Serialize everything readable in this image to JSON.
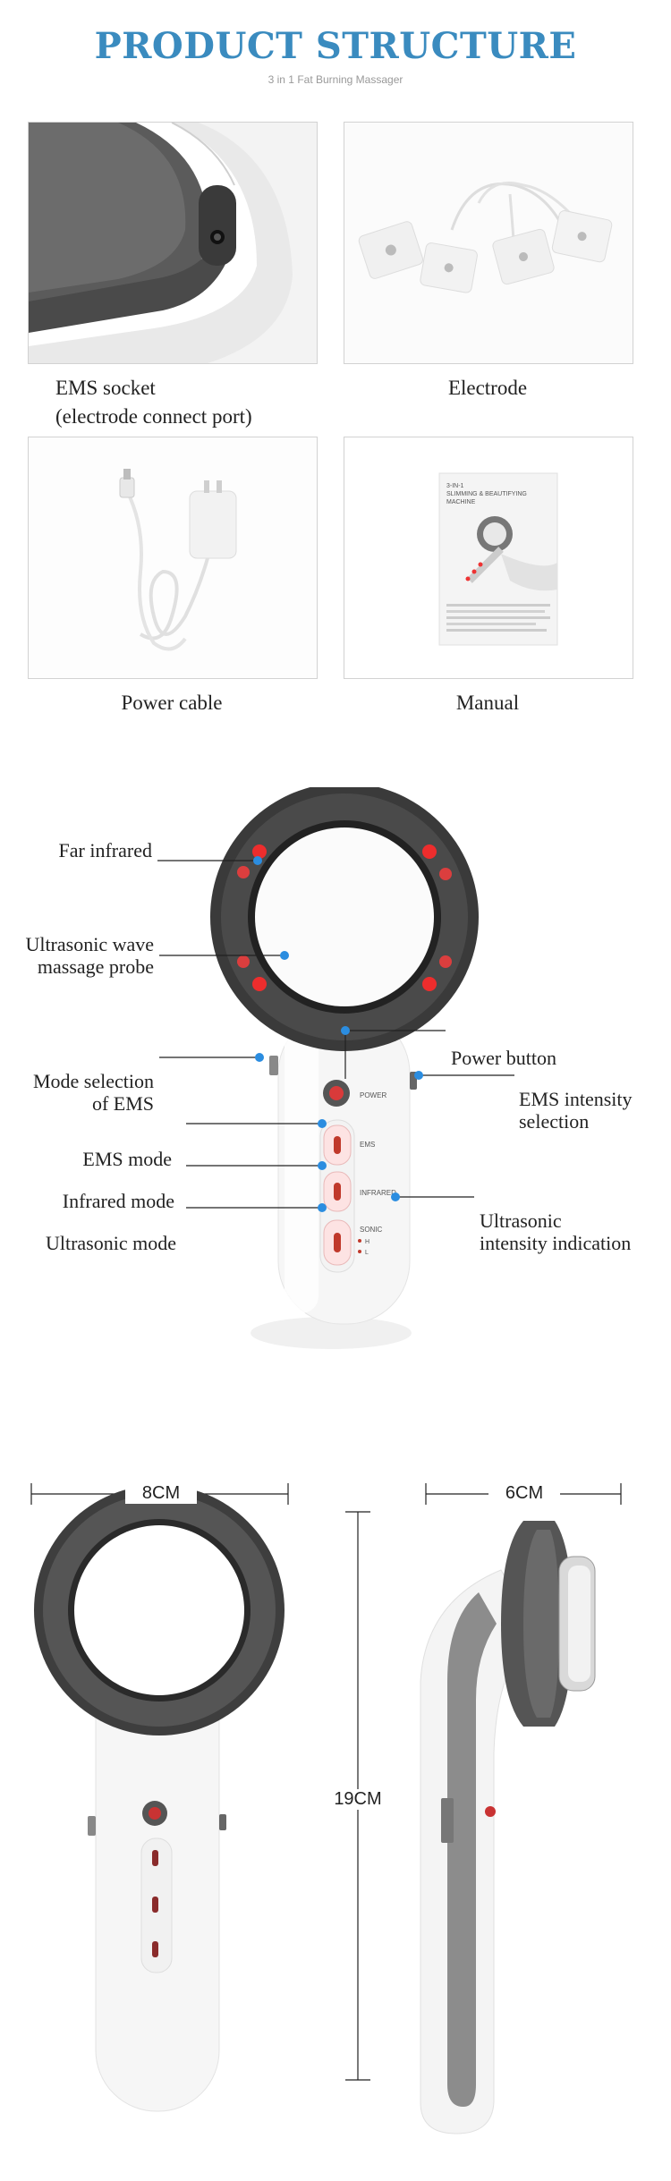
{
  "header": {
    "title": "PRODUCT STRUCTURE",
    "subtitle": "3 in 1 Fat Burning Massager"
  },
  "parts": [
    {
      "caption_line1": "EMS socket",
      "caption_line2": "(electrode connect port)"
    },
    {
      "caption": "Electrode"
    },
    {
      "caption": "Power cable"
    },
    {
      "caption": "Manual"
    }
  ],
  "manual_cover": {
    "line1": "3-IN-1",
    "line2": "SLIMMING & BEAUTIFYING",
    "line3": "MACHINE"
  },
  "device_labels": {
    "power": "POWER",
    "ems": "EMS",
    "infrared": "INFRARED",
    "sonic": "SONIC",
    "h": "H",
    "l": "L"
  },
  "callouts": {
    "far_infrared": "Far infrared",
    "ultrasonic_probe_line1": "Ultrasonic wave",
    "ultrasonic_probe_line2": "massage probe",
    "mode_selection_line1": "Mode selection",
    "mode_selection_line2": "of EMS",
    "ems_mode": "EMS mode",
    "infrared_mode": "Infrared mode",
    "ultrasonic_mode": "Ultrasonic mode",
    "power_button": "Power button",
    "ems_intensity_line1": "EMS intensity",
    "ems_intensity_line2": "selection",
    "ultrasonic_intensity_line1": "Ultrasonic",
    "ultrasonic_intensity_line2": "intensity indication"
  },
  "dimensions": {
    "width_front": "8CM",
    "width_side": "6CM",
    "height": "19CM"
  },
  "colors": {
    "title_blue": "#3a8bbf",
    "callout_dot": "#2b8de0",
    "ring_dark": "#3c3c3c",
    "led_red": "#ff2a2a"
  }
}
